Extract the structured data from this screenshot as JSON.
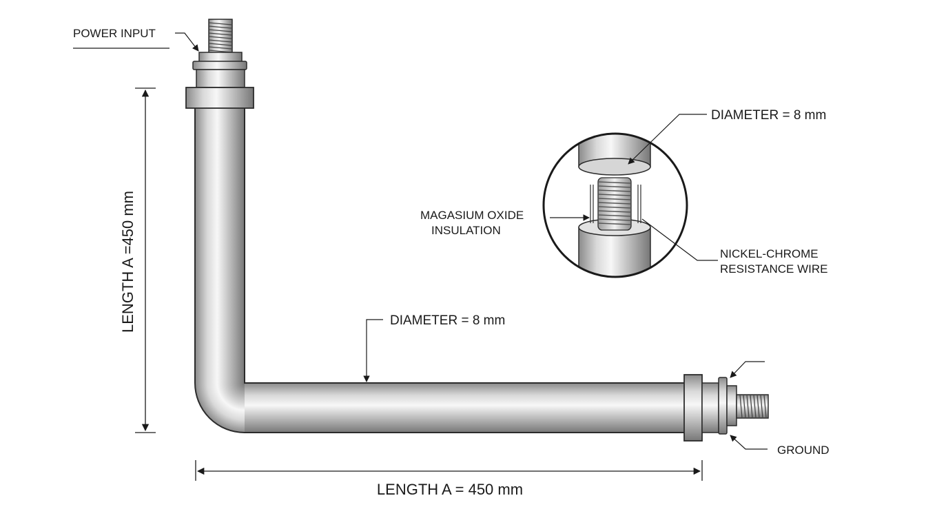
{
  "labels": {
    "power_input": "POWER INPUT",
    "ground": "GROUND",
    "diameter_main": "DIAMETER = 8 mm",
    "diameter_detail": "DIAMETER = 8 mm",
    "insulation_line1": "MAGASIUM OXIDE",
    "insulation_line2": "INSULATION",
    "wire_line1": "NICKEL-CHROME",
    "wire_line2": "RESISTANCE WIRE",
    "length_vertical": "LENGTH A =450 mm",
    "length_horizontal": "LENGTH A = 450 mm"
  },
  "colors": {
    "ink": "#1a1a1a",
    "metal_light": "#f4f4f4",
    "metal_mid": "#bdbdbd",
    "metal_dark": "#7a7a7a"
  }
}
